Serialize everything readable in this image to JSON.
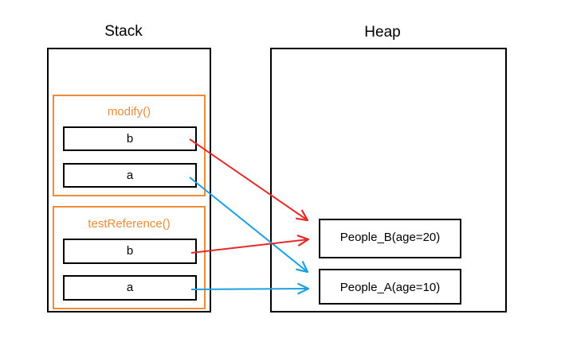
{
  "stack": {
    "title": "Stack",
    "frames": [
      {
        "label": "modify()",
        "vars": [
          "b",
          "a"
        ]
      },
      {
        "label": "testReference()",
        "vars": [
          "b",
          "a"
        ]
      }
    ]
  },
  "heap": {
    "title": "Heap",
    "objects": [
      "People_B(age=20)",
      "People_A(age=10)"
    ]
  },
  "colors": {
    "frame": "#ef8a35",
    "arrow_b": "#e32a2a",
    "arrow_a": "#1ba1e2"
  }
}
